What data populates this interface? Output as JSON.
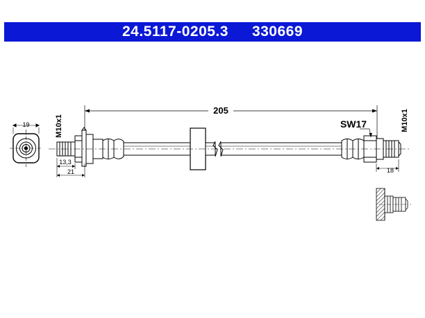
{
  "header": {
    "part_number": "24.5117-0205.3",
    "ref_number": "330669",
    "banner_color": "#0b18d6"
  },
  "drawing": {
    "length_label": "205",
    "wrench_label": "SW17",
    "left_thread_label": "M10x1",
    "right_thread_label": "M10x1",
    "left_end_diameter": "19",
    "left_thread_length": "13,3",
    "left_fitting_length": "21",
    "right_fitting_length": "18"
  }
}
